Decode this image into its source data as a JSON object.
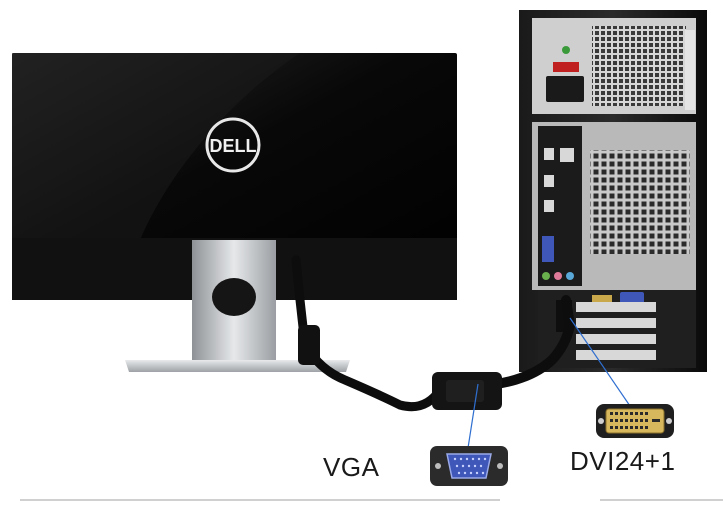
{
  "monitor": {
    "brand": "DELL"
  },
  "labels": {
    "vga": "VGA",
    "dvi": "DVI24+1"
  },
  "colors": {
    "monitor_bezel": "#0b0b0b",
    "stand_silver": "#c9cbcd",
    "tower_body": "#101010",
    "vga_port_blue": "#3f57b8",
    "dvi_port_gold": "#d8b85c",
    "pointer_line": "#2f6fd0"
  },
  "icons": {
    "vga_connector": "vga-port-icon",
    "dvi_connector": "dvi-port-icon"
  }
}
